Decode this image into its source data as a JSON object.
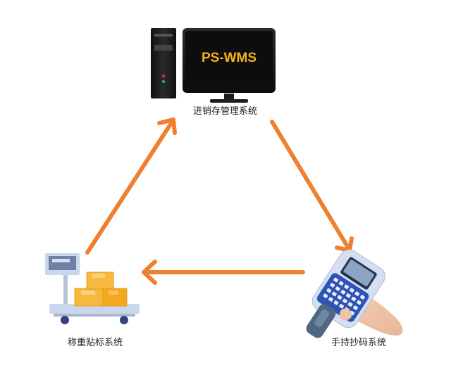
{
  "diagram": {
    "top_node": {
      "label": "进销存管理系统",
      "screen_text": "PS-WMS",
      "icon": "desktop-computer-icon"
    },
    "right_node": {
      "label": "手持抄码系统",
      "icon": "handheld-scanner-icon"
    },
    "left_node": {
      "label": "称重贴标系统",
      "icon": "weighing-scale-icon"
    },
    "colors": {
      "arrow": "#F07F2F",
      "screen_text": "#F5B315",
      "box": "#F6B83D",
      "scale_blue": "#C9D6EC",
      "scanner_blue": "#2C53B5"
    }
  }
}
